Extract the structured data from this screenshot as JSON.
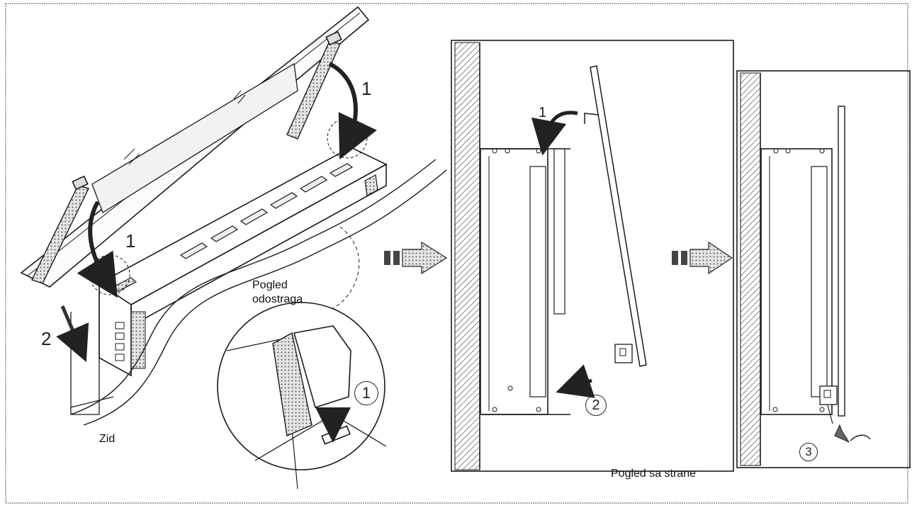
{
  "labels": {
    "back_view": "Pogled\nodostraga",
    "wall": "Zid",
    "side_view": "Pogled sa strane"
  },
  "steps": {
    "s1": "1",
    "s2": "2",
    "s3": "3"
  },
  "colors": {
    "line": "#1a1a1a",
    "hatch": "#555555",
    "arrow": "#333333",
    "glass": "#f4f4f4"
  }
}
